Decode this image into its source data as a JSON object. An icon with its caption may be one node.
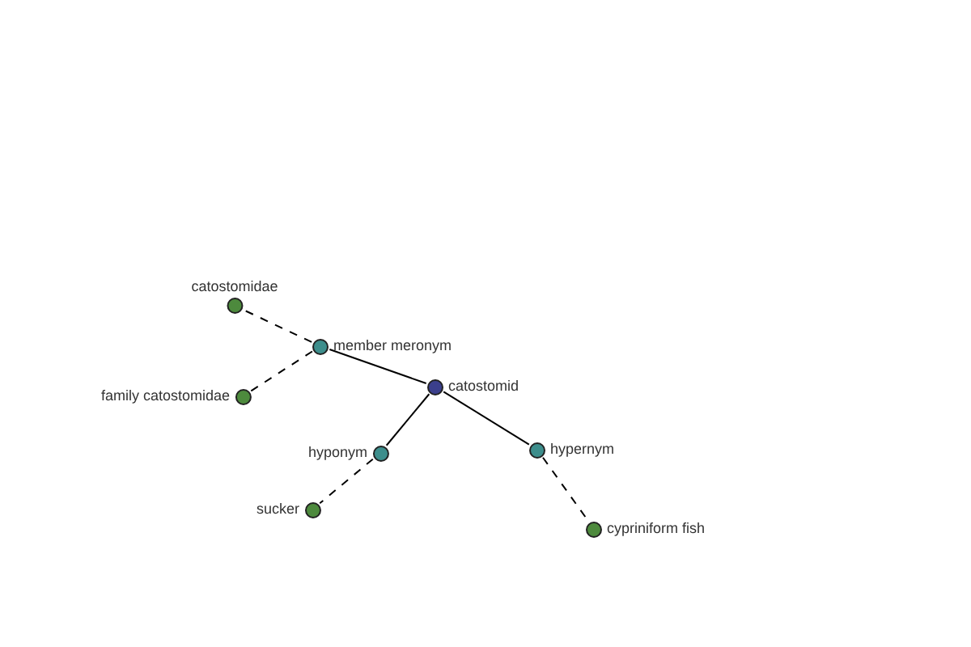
{
  "diagram": {
    "nodes": [
      {
        "text": [
          "catostomidae"
        ]
      },
      {
        "text": [
          "member meronym"
        ]
      },
      {
        "text": [
          "family catostomidae"
        ]
      },
      {
        "text": [
          "catostomid"
        ]
      },
      {
        "text": [
          "hyponym"
        ]
      },
      {
        "text": [
          "hypernym"
        ]
      },
      {
        "text": [
          "sucker"
        ]
      },
      {
        "text": [
          "cypriniform fish"
        ]
      }
    ],
    "edges": [
      {
        "from": 1,
        "to": 0,
        "arrow": "none",
        "style": "dashed"
      },
      {
        "from": 1,
        "to": 2,
        "arrow": "none",
        "style": "dashed"
      },
      {
        "from": 3,
        "to": 1,
        "arrow": "none"
      },
      {
        "from": 3,
        "to": 4,
        "arrow": "none"
      },
      {
        "from": 3,
        "to": 5,
        "arrow": "none"
      },
      {
        "from": 4,
        "to": 6,
        "arrow": "none",
        "style": "dashed"
      },
      {
        "from": 5,
        "to": 7,
        "arrow": "none",
        "style": "dashed"
      }
    ]
  }
}
